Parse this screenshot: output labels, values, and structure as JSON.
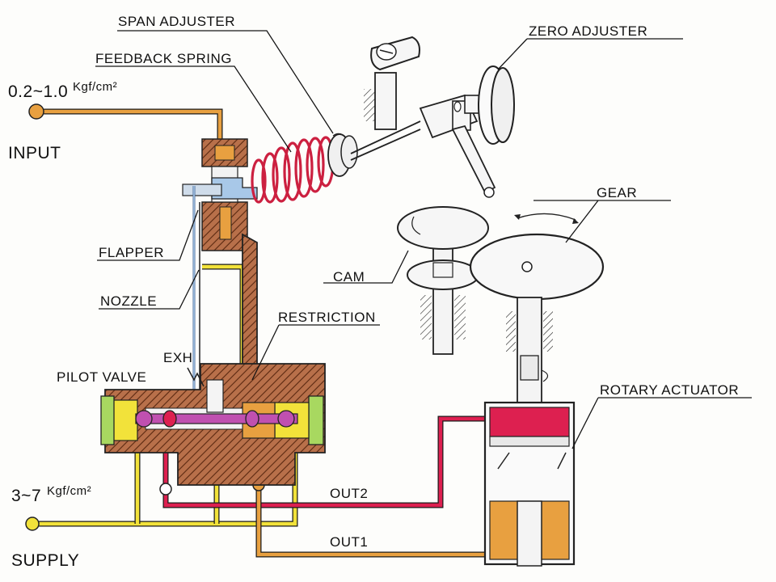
{
  "labels": {
    "span_adjuster": "SPAN ADJUSTER",
    "zero_adjuster": "ZERO ADJUSTER",
    "feedback_spring": "FEEDBACK SPRING",
    "input_range": "0.2~1.0",
    "input_unit": "Kgf/cm²",
    "input": "INPUT",
    "gear": "GEAR",
    "flapper": "FLAPPER",
    "cam": "CAM",
    "nozzle": "NOZZLE",
    "restriction": "RESTRICTION",
    "exh": "EXH",
    "pilot_valve": "PILOT VALVE",
    "rotary_actuator": "ROTARY ACTUATOR",
    "supply_range": "3~7",
    "supply_unit": "Kgf/cm²",
    "supply": "SUPPLY",
    "out2": "OUT2",
    "out1": "OUT1"
  },
  "colors": {
    "input_line": "#e8a040",
    "supply_line": "#f2e23a",
    "out1_line": "#e8a040",
    "out2_line": "#dd2050",
    "spring": "#cc2040",
    "body_hatch": "#8a3a1a",
    "flapper": "#a8c8e8",
    "spool": "#c050b0",
    "valve_port": "#a8d860"
  }
}
